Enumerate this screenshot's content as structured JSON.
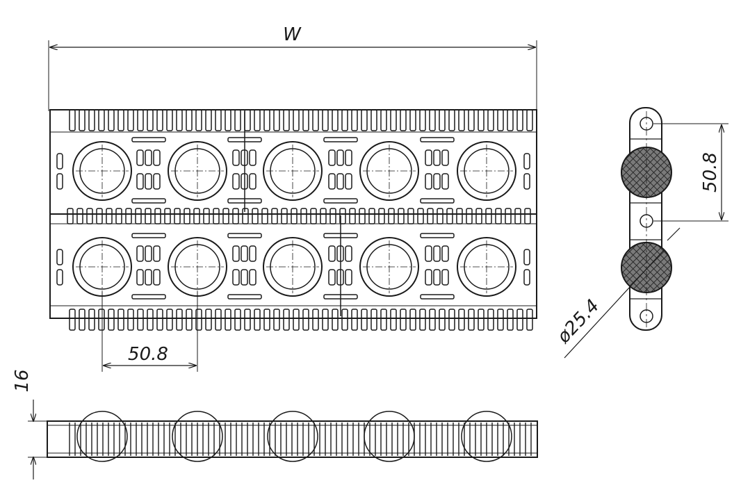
{
  "dimensions": {
    "width_label": "W",
    "pitch_bottom_label": "50.8",
    "pitch_side_label": "50.8",
    "roller_diameter_label": "ø25.4",
    "thickness_label": "16"
  },
  "top_view": {
    "rows": 2,
    "rollers_per_row": 5
  },
  "side_view": {
    "rollers": 2
  },
  "front_view": {
    "rollers": 5
  },
  "colors": {
    "line": "#1a1a1a",
    "background": "#ffffff",
    "hatch": "#555555"
  }
}
